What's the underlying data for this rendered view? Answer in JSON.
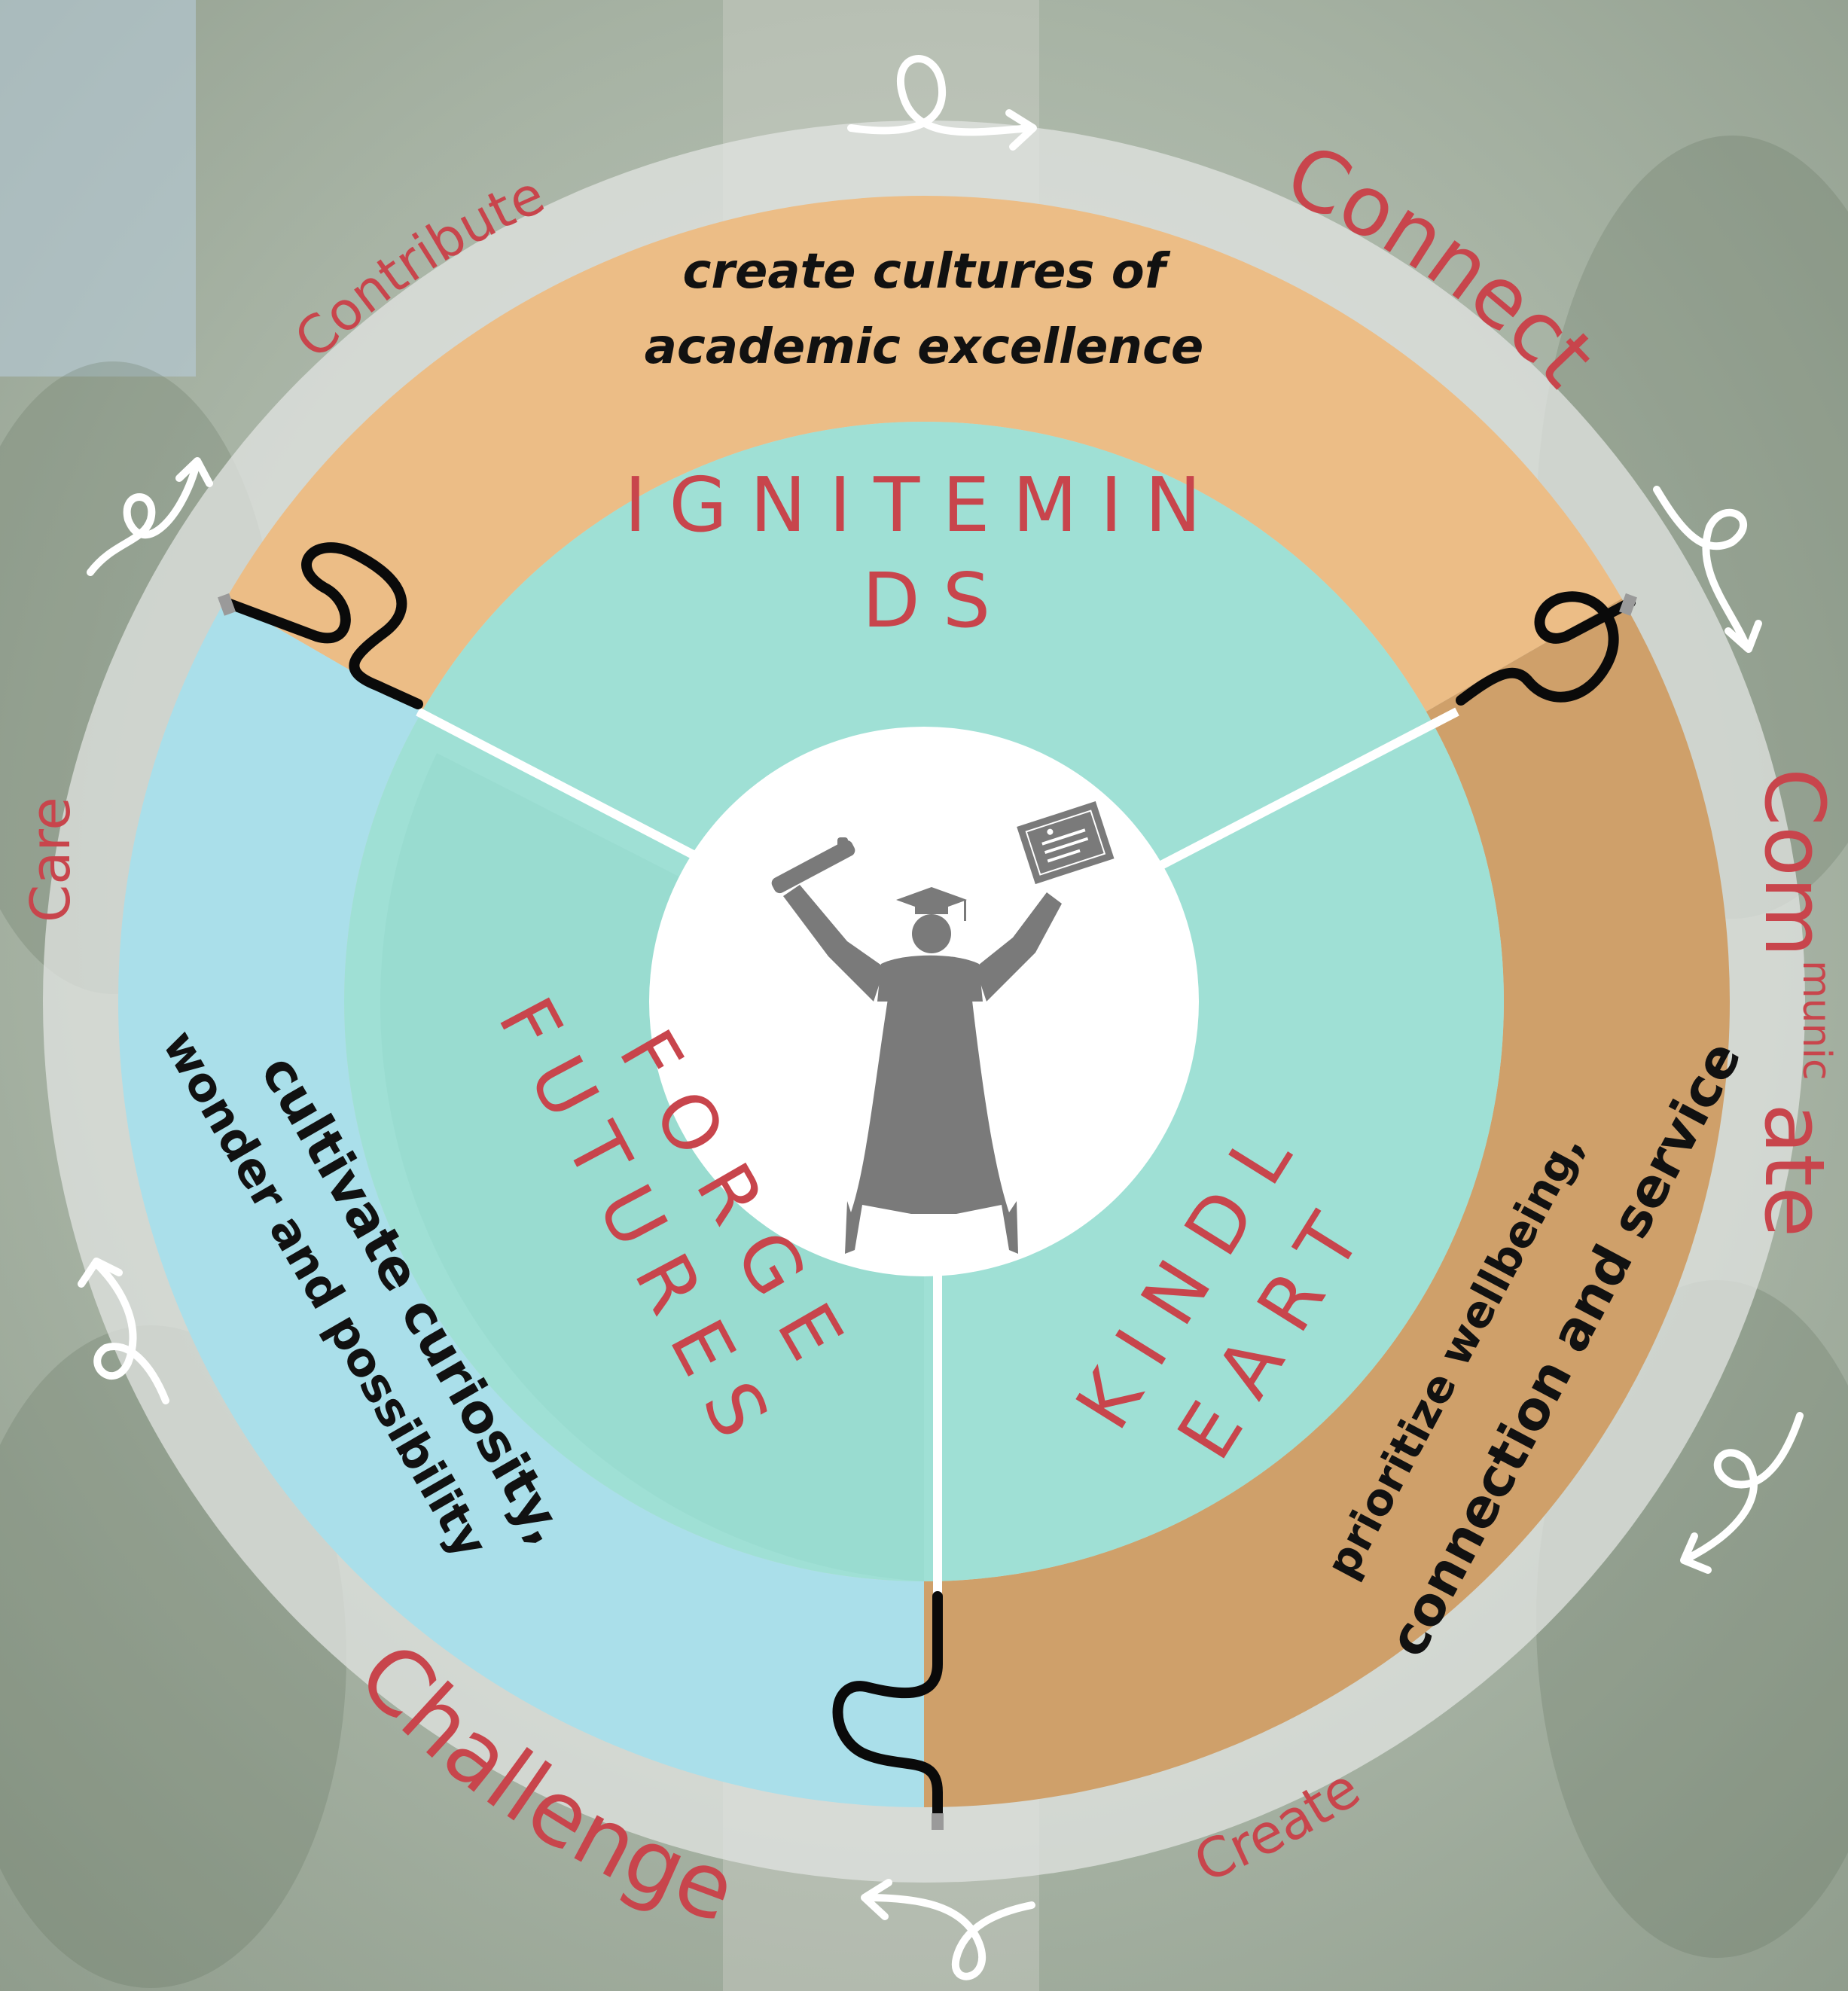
{
  "outer_cycle": {
    "connect": "Connect",
    "communicate_prefix": "Com",
    "communicate_mid": "munic",
    "communicate_suffix": "ate",
    "create": "Create",
    "challenge": "Challenge",
    "care": "Care",
    "contribute": "Contribute"
  },
  "segments": {
    "top": {
      "tagline_line1": "create cultures of",
      "tagline_line2": "academic excellence",
      "theme_line1": "IGNITEMIN",
      "theme_line2": "DS"
    },
    "left": {
      "tagline_line1": "wonder and possibility",
      "tagline_line2": "cultivate curiosity,",
      "theme_line1": "FORGE",
      "theme_line2": "FUTURES"
    },
    "right": {
      "tagline_line1": "prioritize wellbeing,",
      "tagline_line2": "connection and service",
      "theme_line1": "KINDL",
      "theme_line2": "EART"
    }
  },
  "colors": {
    "orange": "#ecbd86",
    "brown": "#cfa06a",
    "blue": "#aadfea",
    "teal": "#9fe0d5",
    "accent_red": "#c8454c",
    "figure_gray": "#7a7a7a"
  },
  "icons": [
    "graduate-icon",
    "cycle-arrow-icon"
  ]
}
